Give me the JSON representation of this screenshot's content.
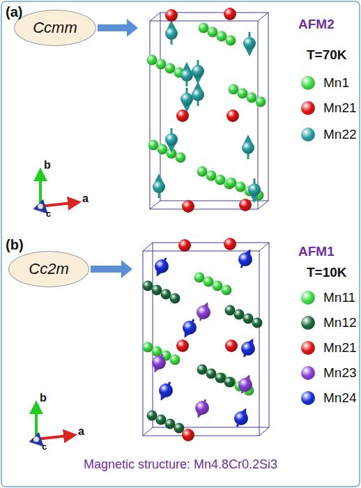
{
  "diagram": {
    "caption": "Magnetic structure: Mn4.8Cr0.2Si3",
    "nodes": [
      {
        "text": [
          "Ccmm"
        ]
      },
      {
        "text": [
          "Cc2m"
        ]
      }
    ],
    "labels": [
      "(a)",
      "AFM2",
      "T=70K",
      "b",
      "a",
      "c",
      "(b)",
      "AFM1",
      "T=10K",
      "b",
      "a",
      "c"
    ],
    "legend": [
      {
        "text": "Mn1",
        "color": "#3fdc45"
      },
      {
        "text": "Mn21",
        "color": "#e01616"
      },
      {
        "text": "Mn22",
        "color": "#2a9fa3"
      },
      {
        "text": "Mn11",
        "color": "#3fdc45"
      },
      {
        "text": "Mn12",
        "color": "#1d6b3c"
      },
      {
        "text": "Mn21",
        "color": "#e01616"
      },
      {
        "text": "Mn23",
        "color": "#8a3fd4"
      },
      {
        "text": "Mn24",
        "color": "#1a2fd8"
      }
    ]
  }
}
